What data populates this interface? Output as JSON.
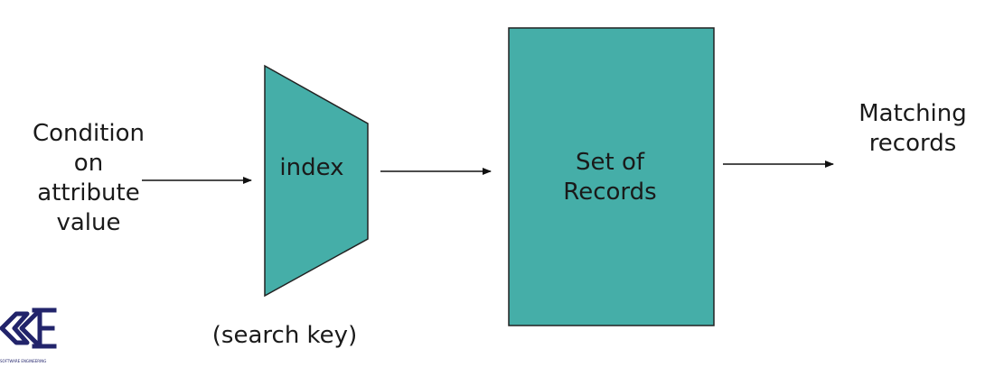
{
  "diagram": {
    "input_label": [
      "Condition",
      "on",
      "attribute",
      "value"
    ],
    "index_label": "index",
    "search_key_label": "(search key)",
    "records_label": [
      "Set of",
      "Records"
    ],
    "output_label": [
      "Matching",
      "records"
    ]
  },
  "colors": {
    "shape_fill": "#45aea8",
    "shape_stroke": "#222222",
    "arrow": "#111111",
    "logo": "#22246b"
  },
  "logo": {
    "caption": "SOFTWARE ENGINEERING"
  }
}
